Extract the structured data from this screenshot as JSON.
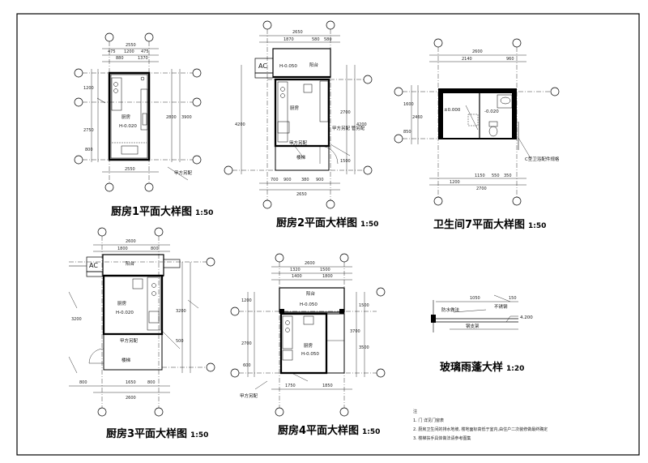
{
  "drawings": {
    "kitchen1": {
      "title": "厨房1平面大样图",
      "scale": "1:50",
      "room": "厨房",
      "level": "H-0.020",
      "dims_top": [
        "2550",
        "475",
        "1200",
        "475",
        "880",
        "1370"
      ],
      "dims_bottom": [
        "2550"
      ],
      "dims_left": [
        "1200",
        "2750",
        "800"
      ],
      "dims_right": [
        "2800",
        "3900"
      ],
      "note": "甲方另配"
    },
    "kitchen2": {
      "title": "厨房2平面大样图",
      "scale": "1:50",
      "ac": "AC",
      "level": "H-0.050",
      "balcony": "阳台",
      "room": "厨房",
      "note1": "甲方另配",
      "note2": "甲方另配\n管另配",
      "stair": "楼梯",
      "dims_top": [
        "2650",
        "1870",
        "580",
        "580"
      ],
      "dims_bottom": [
        "2650",
        "700",
        "900",
        "380",
        "900"
      ],
      "dims_left": [
        "4200"
      ],
      "dims_right": [
        "2700",
        "4200",
        "1500"
      ]
    },
    "bath7": {
      "title": "卫生间7平面大样图",
      "scale": "1:50",
      "level1": "±0.000",
      "level2": "-0.020",
      "dims_top": [
        "2600",
        "2140",
        "960"
      ],
      "dims_bottom": [
        "1200",
        "1150",
        "550",
        "350",
        "2700"
      ],
      "dims_left": [
        "1600",
        "2460",
        "850"
      ],
      "note": "C型卫浴配件规格"
    },
    "kitchen3": {
      "title": "厨房3平面大样图",
      "scale": "1:50",
      "ac": "AC",
      "balcony": "阳台",
      "room": "厨房",
      "level": "H-0.020",
      "note": "甲方另配",
      "stair": "楼梯",
      "dims_top": [
        "2600",
        "1800",
        "800"
      ],
      "dims_bottom": [
        "2600",
        "800",
        "1650",
        "800"
      ],
      "dims_left": [
        "3200"
      ],
      "dims_right": [
        "3200",
        "500"
      ]
    },
    "kitchen4": {
      "title": "厨房4平面大样图",
      "scale": "1:50",
      "balcony": "阳台",
      "room": "厨房",
      "level": "H-0.050",
      "level2": "H-0.050",
      "dims_top": [
        "2600",
        "1320",
        "1500",
        "1400",
        "1800"
      ],
      "dims_bottom": [
        "1750",
        "1850"
      ],
      "dims_left": [
        "1200",
        "2700",
        "600"
      ],
      "dims_right": [
        "3700",
        "1500",
        "3500"
      ],
      "note": "甲方另配"
    },
    "canopy": {
      "title": "玻璃雨蓬大样",
      "scale": "1:20",
      "level": "4.200",
      "dims": [
        "1050",
        "150"
      ],
      "note1": "防水做法",
      "note2": "钢支架",
      "note3": "不锈钢"
    }
  },
  "notes": {
    "head": "注",
    "items": [
      "1. 门 详见门窗表",
      "2. 厨房卫生间的排水地坡, 楼地面标高低于室内,由住户二次装修做最终确定",
      "3. 楼梯扶手具体做法请参考图集"
    ]
  }
}
